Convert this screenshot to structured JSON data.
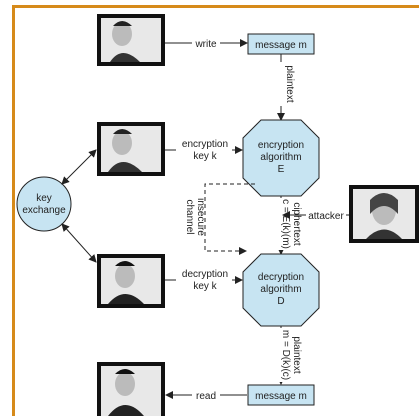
{
  "diagram": {
    "write_label": "write",
    "read_label": "read",
    "message_top": "message m",
    "message_bottom": "message m",
    "plaintext_label": "plaintext",
    "encryption_label": [
      "encryption",
      "key k"
    ],
    "decryption_label": [
      "decryption",
      "key k"
    ],
    "encryption_algo": [
      "encryption",
      "algorithm",
      "E"
    ],
    "decryption_algo": [
      "decryption",
      "algorithm",
      "D"
    ],
    "key_exchange": [
      "key",
      "exchange"
    ],
    "insecure_channel": [
      "insecure",
      "channel"
    ],
    "ciphertext_label": [
      "ciphertext",
      "c = E(k)(m)"
    ],
    "attacker_label": "attacker",
    "plaintext_bottom": [
      "plaintext",
      "m = D(k)(c)"
    ]
  },
  "colors": {
    "box_fill": "#c7e4f2",
    "border_accent": "#d68a1a",
    "line": "#222222"
  }
}
